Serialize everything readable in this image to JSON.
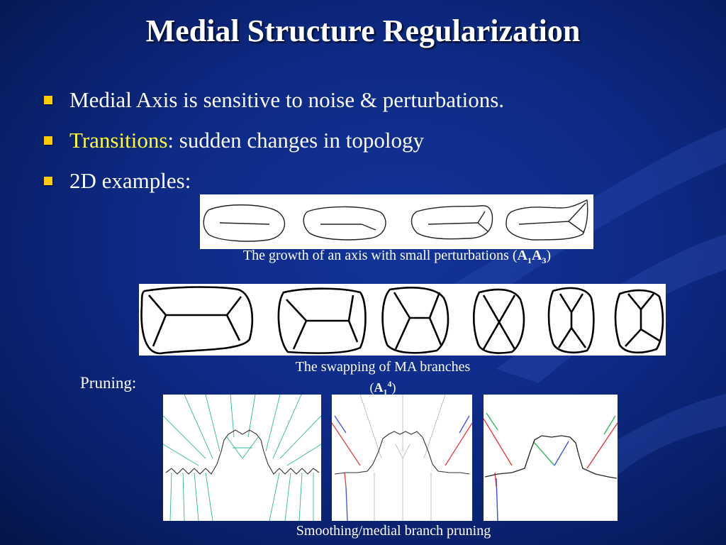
{
  "slide": {
    "title": "Medial Structure Regularization",
    "bullets": [
      {
        "prefix": "",
        "highlight": "",
        "text": "Medial Axis is sensitive to noise & perturbations."
      },
      {
        "prefix": "",
        "highlight": "Transitions",
        "text": ": sudden changes in topology"
      },
      {
        "prefix": "",
        "highlight": "",
        "text": "2D examples:"
      }
    ],
    "colors": {
      "bullet": "#ffcc00",
      "highlight": "#ffff33",
      "background": "#0d2a85"
    }
  },
  "figures": {
    "growth": {
      "caption_text": "The growth of  an axis with small perturbations (",
      "caption_bold_a": "A",
      "caption_sub_1": "1",
      "caption_bold_b": "A",
      "caption_sub_2": "3",
      "caption_close": ")"
    },
    "swapping": {
      "caption_line1": "The swapping of  MA branches",
      "caption_open": "(",
      "caption_bold": "A",
      "caption_sub": "1",
      "caption_sup": "4",
      "caption_close": ")"
    },
    "pruning": {
      "label": "Pruning:",
      "caption": "Smoothing/medial branch pruning"
    }
  }
}
